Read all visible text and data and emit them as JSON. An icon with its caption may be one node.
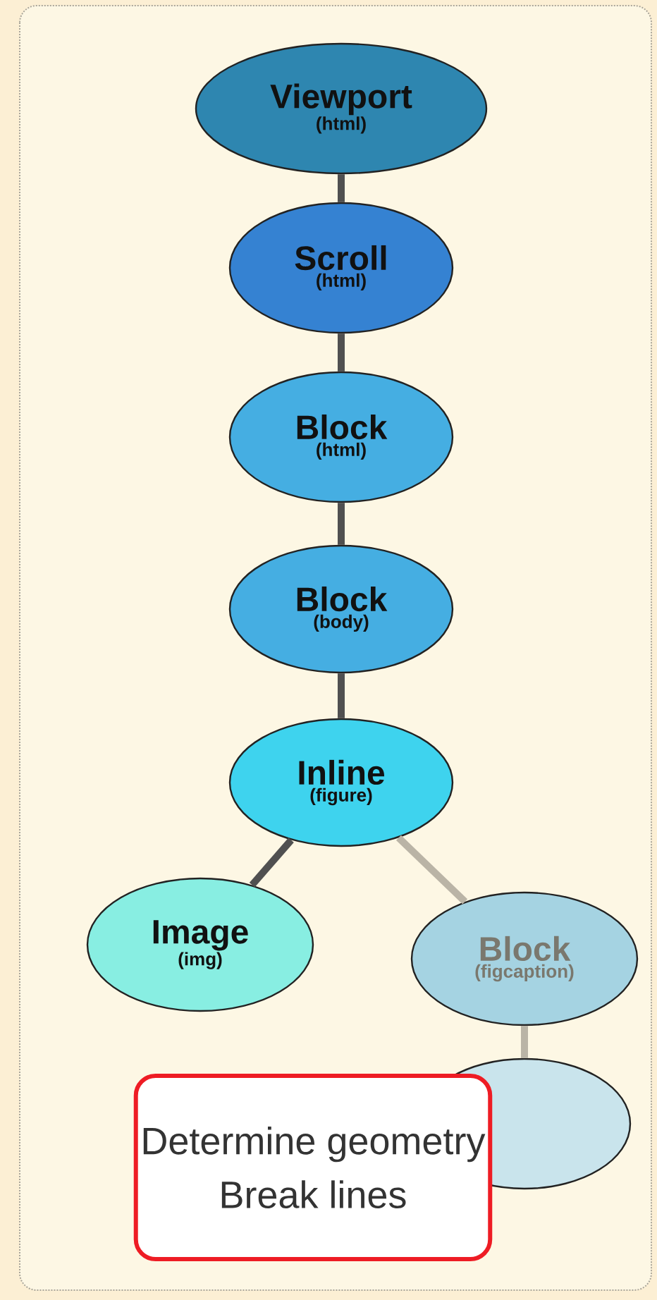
{
  "diagram": {
    "nodes": [
      {
        "text": [
          "Viewport",
          "(html)"
        ]
      },
      {
        "text": [
          "Scroll",
          "(html)"
        ]
      },
      {
        "text": [
          "Block",
          "(html)"
        ]
      },
      {
        "text": [
          "Block",
          "(body)"
        ]
      },
      {
        "text": [
          "Inline",
          "(figure)"
        ]
      },
      {
        "text": [
          "Image",
          "(img)"
        ]
      },
      {
        "text": [
          "Block",
          "(figcaption)"
        ]
      },
      {
        "text": [],
        "shape": "circle"
      },
      {
        "text": [
          "Determine geometry",
          "Break lines"
        ]
      }
    ],
    "edges": [
      {
        "from": 0,
        "to": 1,
        "arrow": "none"
      },
      {
        "from": 1,
        "to": 2,
        "arrow": "none"
      },
      {
        "from": 2,
        "to": 3,
        "arrow": "none"
      },
      {
        "from": 3,
        "to": 4,
        "arrow": "none"
      },
      {
        "from": 4,
        "to": 5,
        "arrow": "none"
      },
      {
        "from": 4,
        "to": 6,
        "arrow": "none",
        "color": "#bab4a6"
      },
      {
        "from": 6,
        "to": 7,
        "arrow": "none",
        "color": "#bab4a6"
      }
    ]
  }
}
